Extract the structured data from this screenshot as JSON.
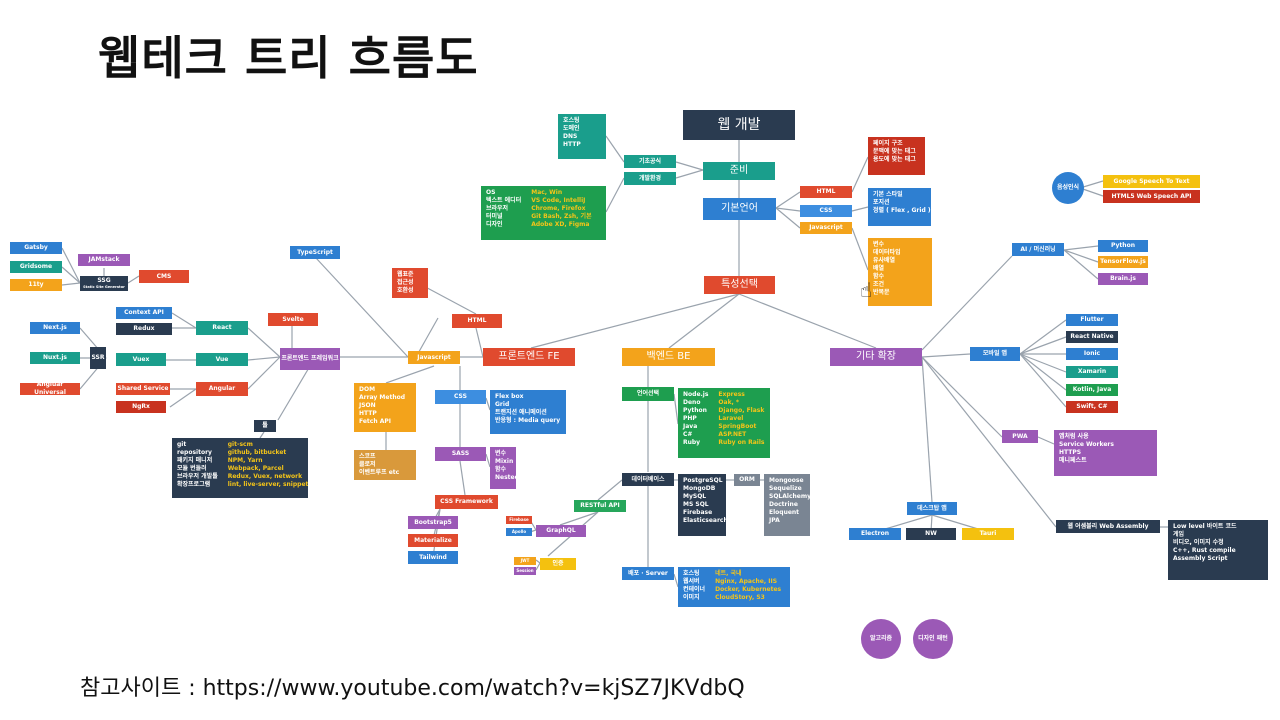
{
  "title": "웹테크 트리 흐름도",
  "reference": "참고사이트 : https://www.youtube.com/watch?v=kjSZ7JKVdbQ",
  "colors": {
    "navy": "#2a3b50",
    "teal": "#1a9e8c",
    "green": "#1e9e4f",
    "blue": "#2e7fd1",
    "orange": "#f3a31b",
    "red": "#e04a2e",
    "purple": "#9b59b6",
    "gray": "#7a8593",
    "yellow": "#f4c10f",
    "line": "#9aa3ad"
  },
  "nodes": {
    "root": "웹 개발",
    "prep": "준비",
    "basic_lang": "기본언어",
    "feature": "특성선택",
    "frontend": "프론트엔드 FE",
    "backend": "백엔드 BE",
    "other": "기타 확장",
    "basics": "기초공식",
    "devenv": "개발환경",
    "html_left": "HTML",
    "css_left": "CSS",
    "js_left": "Javascript",
    "fe_framework": "프론트엔드 프레임워크",
    "typescript": "TypeScript",
    "svelte": "Svelte",
    "react": "React",
    "vue": "Vue",
    "angular": "Angular",
    "context_api": "Context API",
    "redux": "Redux",
    "vuex": "Vuex",
    "shared_service": "Shared Service",
    "ngrx": "NgRx",
    "nextjs": "Next.js",
    "nuxtjs": "Nuxt.js",
    "angular_universal": "Angluar Universal",
    "ssr": "SSR",
    "gatsby": "Gatsby",
    "gridsome": "Gridsome",
    "11ty": "11ty",
    "jamstack": "JAMstack",
    "ssg": "SSG",
    "ssg_sub": "Static Site Generator",
    "cms": "CMS",
    "tools": "툴",
    "css_fe": "CSS",
    "sass": "SASS",
    "css_framework": "CSS Framework",
    "bootstrap": "Bootstrap5",
    "materialize": "Materialize",
    "tailwind": "Tailwind",
    "html_fe": "HTML",
    "lang_select": "언어선택",
    "database": "데이터베이스",
    "orm": "ORM",
    "restful": "RESTful API",
    "graphql": "GraphQL",
    "auth": "인증",
    "deploy": "배포 · Server",
    "ai_ml": "AI / 머신러닝",
    "python": "Python",
    "tensorflow": "TensorFlow.js",
    "brainjs": "Brain.js",
    "speech": "음성인식",
    "google_speech": "Google Speech To Text",
    "html5_speech": "HTML5 Web Speech API",
    "mobile": "모바일 앱",
    "flutter": "Flutter",
    "react_native": "React Native",
    "ionic": "Ionic",
    "xamarin": "Xamarin",
    "kotlin_java": "Kotlin, Java",
    "swift": "Swift, C#",
    "pwa": "PWA",
    "desktop": "데스크탑 앱",
    "electron": "Electron",
    "nw": "NW",
    "tauri": "Tauri",
    "wasm": "웹 어셈블리 Web Assembly",
    "algorithm": "알고리즘",
    "design_pattern": "디자인 패턴"
  },
  "lists": {
    "hosting": [
      "호스팅",
      "도메인",
      "DNS",
      "HTTP"
    ],
    "html_tags": [
      "페이지 구조",
      "문맥에 맞는 태그",
      "용도에 맞는 태그"
    ],
    "css_basics": [
      "기본 스타일",
      "포지션",
      "정렬 ( Flex , Grid )"
    ],
    "js_basics": [
      "변수",
      "데이터타입",
      "유사배열",
      "배열",
      "함수",
      "조건",
      "반복문"
    ],
    "semantic": [
      "웹표준",
      "접근성",
      "호환성"
    ],
    "typescript_items": [
      "DOM",
      "Array Method",
      "JSON",
      "HTTP",
      "Fetch API"
    ],
    "scope": [
      "스코프",
      "클로저",
      "이벤트루프 etc"
    ],
    "css_fe_items": [
      "Flex box",
      "Grid",
      "트랜지션 애니메이션",
      "반응형 : Media query"
    ],
    "sass_items": [
      "변수",
      "Mixin",
      "함수",
      "Nested"
    ],
    "wasm_items": [
      "Low level 바이트 코드",
      "게임",
      "비디오, 이미지 수정",
      "C++, Rust compile",
      "Assembly Script"
    ],
    "pwa_items": [
      "앱처럼 사용",
      "Service Workers",
      "HTTPS",
      "매니페스트"
    ],
    "databases": [
      "PostgreSQL",
      "MongoDB",
      "MySQL",
      "MS SQL",
      "Firebase",
      "Elasticsearch"
    ],
    "orm_items": [
      "Mongoose",
      "Sequelize",
      "SQLAlchemy",
      "Doctrine",
      "Eloquent",
      "JPA"
    ],
    "graphql_sub": [
      "Firebase",
      "Apollo"
    ],
    "auth_sub": [
      "JWT",
      "Session"
    ]
  },
  "pairs": {
    "devenv": [
      [
        "OS",
        "Mac, Win"
      ],
      [
        "텍스트 에디터",
        "VS Code, IntelliJ"
      ],
      [
        "브라우저",
        "Chrome, Firefox"
      ],
      [
        "터미널",
        "Git Bash, Zsh, 기본"
      ],
      [
        "디자인",
        "Adobe XD, Figma"
      ]
    ],
    "tools": [
      [
        "git",
        "git-scm"
      ],
      [
        "repository",
        "github, bitbucket"
      ],
      [
        "패키지 매니저",
        "NPM, Yarn"
      ],
      [
        "모듈 번들러",
        "Webpack, Parcel"
      ],
      [
        "브라우저 개발툴",
        "Redux, Vuex, network"
      ],
      [
        "확장프로그램",
        "lint, live-server, snippets"
      ]
    ],
    "backend_langs": [
      [
        "Node.js",
        "Express"
      ],
      [
        "Deno",
        "Oak, *"
      ],
      [
        "Python",
        "Django, Flask"
      ],
      [
        "PHP",
        "Laravel"
      ],
      [
        "Java",
        "SpringBoot"
      ],
      [
        "C#",
        "ASP.NET"
      ],
      [
        "Ruby",
        "Ruby on Rails"
      ]
    ],
    "deploy": [
      [
        "호스팅",
        "네트, 국내"
      ],
      [
        "웹서버",
        "Nginx, Apache, IIS"
      ],
      [
        "컨테이너",
        "Docker, Kubernetes"
      ],
      [
        "이미지",
        "CloudStory, S3"
      ]
    ]
  }
}
